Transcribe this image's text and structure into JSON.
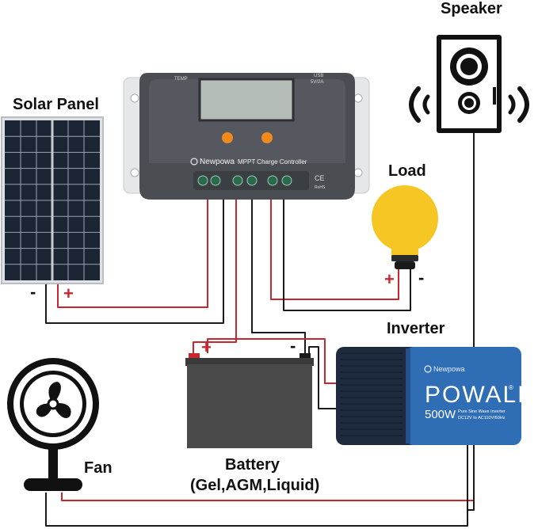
{
  "labels": {
    "speaker": "Speaker",
    "solar_panel": "Solar Panel",
    "load": "Load",
    "inverter": "Inverter",
    "fan": "Fan",
    "battery": "Battery",
    "battery_types": "(Gel,AGM,Liquid)"
  },
  "controller": {
    "brand": "Newpowa",
    "model": "MPPT Charge Controller",
    "temp_label": "TEMP",
    "usb_label": "USB",
    "usb_rating": "5V/2A",
    "ce_mark": "CE",
    "rohs_mark": "RoHS"
  },
  "inverter_device": {
    "brand": "Newpowa",
    "name": "POWALL",
    "trademark": "®",
    "power": "500W",
    "desc_line1": "Pure Sine Wave Inverter",
    "desc_line2": "DC12V to AC110V/60Hz"
  },
  "polarity": {
    "panel_neg": "-",
    "panel_pos": "+",
    "load_pos": "+",
    "load_neg": "-",
    "battery_pos": "+",
    "battery_neg": "-"
  },
  "colors": {
    "wire_red": "#c8272d",
    "wire_black": "#1a1a1a",
    "controller_body": "#4a4d52",
    "accent_orange": "#f08a1c",
    "inverter_blue": "#2f6db5",
    "bulb_yellow": "#f6c624"
  }
}
